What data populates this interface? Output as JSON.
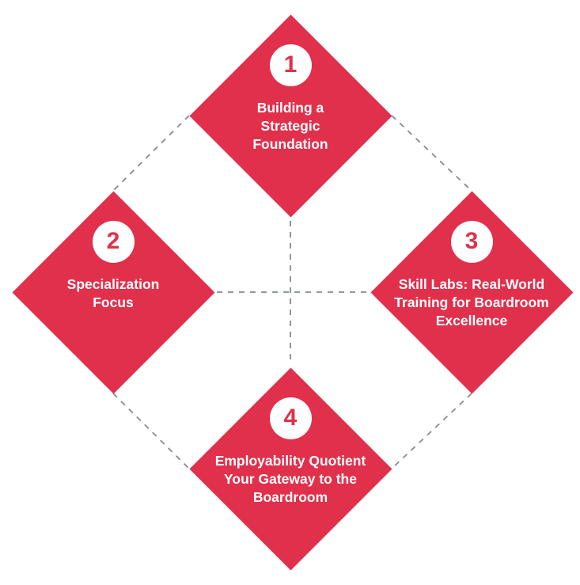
{
  "colors": {
    "accent": "#E1304B",
    "connector": "#848B95",
    "background": "#FFFFFF",
    "badge_fill": "#FFFFFF"
  },
  "nodes": [
    {
      "number": "1",
      "label": "Building a\nStrategic\nFoundation"
    },
    {
      "number": "2",
      "label": "Specialization\nFocus"
    },
    {
      "number": "3",
      "label": "Skill Labs: Real-World\nTraining for Boardroom\nExcellence"
    },
    {
      "number": "4",
      "label": "Employability Quotient\nYour Gateway to the\nBoardroom"
    }
  ]
}
